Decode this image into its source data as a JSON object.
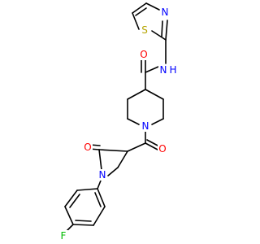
{
  "atom_labels": {
    "thiazole_sulfur": "S",
    "thiazole_nitrogen": "N",
    "amide_nitrogen_upper": "N",
    "amide_hydrogen_upper": "H",
    "amide_oxygen_upper": "O",
    "piperidine_nitrogen": "N",
    "ketone_oxygen": "O",
    "lactam_oxygen": "O",
    "pyrrolidone_nitrogen": "N",
    "fluorine": "F"
  },
  "colors": {
    "sulfur": "#b5a400",
    "nitrogen": "#0000ff",
    "oxygen": "#ff0000",
    "fluorine": "#00bb00",
    "bond": "#000000"
  }
}
